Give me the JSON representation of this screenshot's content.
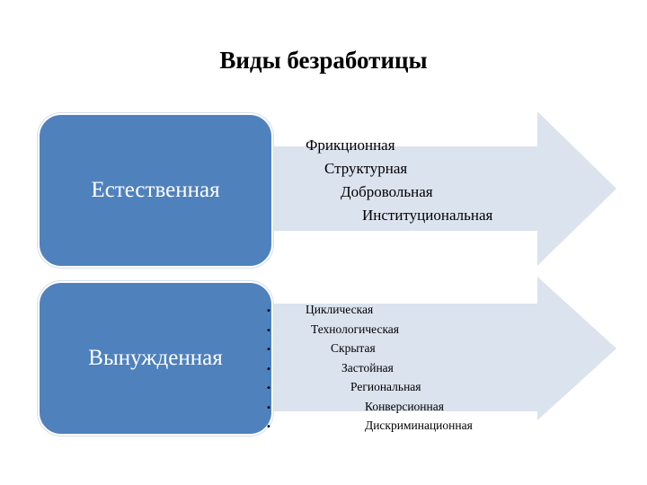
{
  "title": "Виды безработицы",
  "colors": {
    "box_fill": "#4f81bd",
    "arrow_fill": "#dbe3ef"
  },
  "categories": [
    {
      "label": "Естественная",
      "items": [
        "Фрикционная",
        "Структурная",
        "Добровольная",
        "Институциональная"
      ],
      "bulleted": false
    },
    {
      "label": "Вынужденная",
      "items": [
        "Циклическая",
        "Технологическая",
        "Скрытая",
        "Застойная",
        "Региональная",
        "Конверсионная",
        "Дискриминационная"
      ],
      "bulleted": true,
      "bullet": "•"
    }
  ]
}
